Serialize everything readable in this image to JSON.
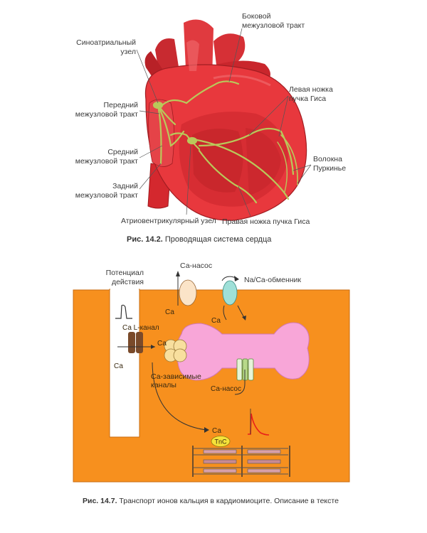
{
  "figure1": {
    "caption_num": "Рис. 14.2.",
    "caption_text": "Проводящая система сердца",
    "labels": {
      "sa_node": "Синоатриальный\nузел",
      "anterior": "Передний\nмежузловой тракт",
      "middle": "Средний\nмежузловой тракт",
      "posterior": "Задний\nмежузловой тракт",
      "av_node": "Атриовентрикулярный узел",
      "lateral": "Боковой\nмежузловой тракт",
      "left_bundle": "Левая ножка\nпучка Гиса",
      "purkinje": "Волокна\nПуркинье",
      "right_bundle": "Правая ножка пучка Гиса"
    }
  },
  "figure2": {
    "caption_num": "Рис. 14.7.",
    "caption_text": "Транспорт ионов кальция в кардиомиоците. Описание в тексте",
    "labels": {
      "action_potential": "Потенциал\nдействия",
      "ca_pump_top": "Са-насос",
      "na_ca_exchanger": "Na/Ca-обменник",
      "ca_l_channel": "Са L-канал",
      "ca_1": "Са",
      "ca_2": "Са",
      "ca_3": "Са",
      "ca_4": "Са",
      "ca_5": "Са",
      "ca_dependent": "Са-зависимые\nканалы",
      "ca_pump_sr": "Са-насос",
      "tnc": "TnC"
    }
  },
  "colors": {
    "cell": "#f7901e",
    "sr": "#f8a6d8",
    "heart": "#e8383d",
    "conduction": "#b9c95a",
    "calcium_transient": "#e8201a"
  }
}
